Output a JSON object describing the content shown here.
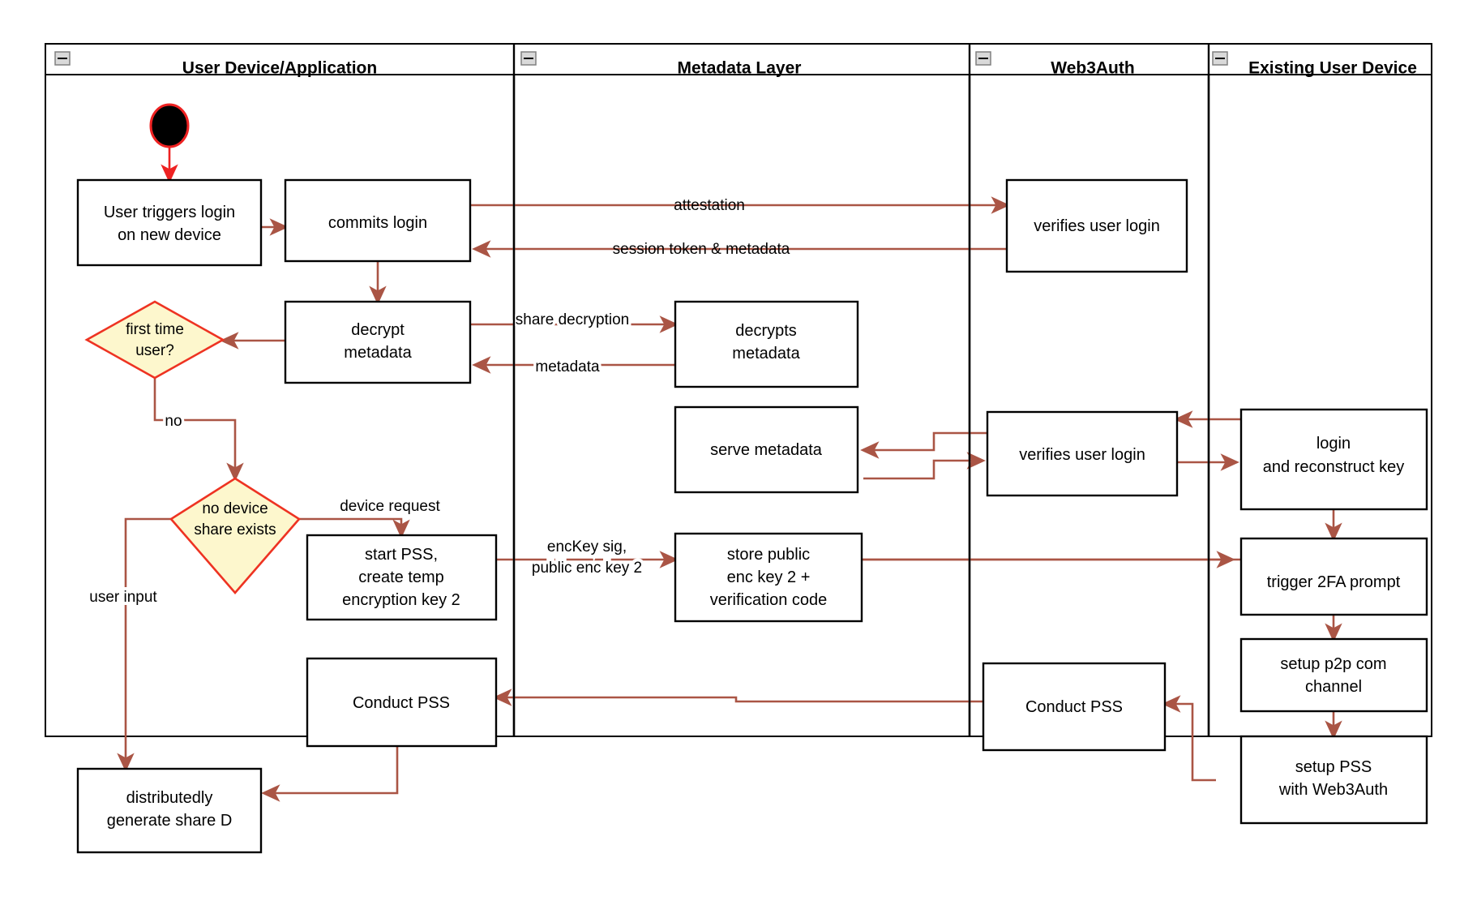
{
  "diagram": {
    "type": "swimlane-activity-diagram",
    "title": "Web3Auth new device login / PSS flow",
    "lanes": [
      {
        "id": "lane-user-device",
        "label": "User Device/Application",
        "collapse_icon": "minus-icon"
      },
      {
        "id": "lane-metadata",
        "label": "Metadata Layer",
        "collapse_icon": "minus-icon"
      },
      {
        "id": "lane-web3auth",
        "label": "Web3Auth",
        "collapse_icon": "minus-icon"
      },
      {
        "id": "lane-existing-device",
        "label": "Existing User Device",
        "collapse_icon": "minus-icon"
      }
    ],
    "nodes": [
      {
        "id": "start",
        "shape": "start-circle",
        "lane": "lane-user-device",
        "label": ""
      },
      {
        "id": "user-triggers-login",
        "shape": "rect",
        "lane": "lane-user-device",
        "lines": [
          "User triggers login",
          "on new device"
        ]
      },
      {
        "id": "commits-login",
        "shape": "rect",
        "lane": "lane-user-device",
        "lines": [
          "commits login"
        ]
      },
      {
        "id": "verifies-user-login-1",
        "shape": "rect",
        "lane": "lane-web3auth",
        "lines": [
          "verifies user login"
        ]
      },
      {
        "id": "decrypt-metadata",
        "shape": "rect",
        "lane": "lane-user-device",
        "lines": [
          "decrypt",
          "metadata"
        ]
      },
      {
        "id": "decrypts-metadata",
        "shape": "rect",
        "lane": "lane-metadata",
        "lines": [
          "decrypts",
          "metadata"
        ]
      },
      {
        "id": "first-time-user",
        "shape": "diamond",
        "lane": "lane-user-device",
        "lines": [
          "first time",
          "user?"
        ]
      },
      {
        "id": "serve-metadata",
        "shape": "rect",
        "lane": "lane-metadata",
        "lines": [
          "serve metadata"
        ]
      },
      {
        "id": "verifies-user-login-2",
        "shape": "rect",
        "lane": "lane-web3auth",
        "lines": [
          "verifies user login"
        ]
      },
      {
        "id": "login-and-reconstruct-key",
        "shape": "rect",
        "lane": "lane-existing-device",
        "lines": [
          "login",
          "and reconstruct key"
        ]
      },
      {
        "id": "no-device-share-exists",
        "shape": "diamond",
        "lane": "lane-user-device",
        "lines": [
          "no device",
          "share exists"
        ]
      },
      {
        "id": "start-pss-create-temp-key",
        "shape": "rect",
        "lane": "lane-user-device",
        "lines": [
          "start PSS,",
          "create temp",
          "encryption key 2"
        ]
      },
      {
        "id": "store-public-enc-key",
        "shape": "rect",
        "lane": "lane-metadata",
        "lines": [
          "store public",
          "enc key 2 +",
          "verification code"
        ]
      },
      {
        "id": "trigger-2fa-prompt",
        "shape": "rect",
        "lane": "lane-existing-device",
        "lines": [
          "trigger 2FA prompt"
        ]
      },
      {
        "id": "setup-p2p-com-channel",
        "shape": "rect",
        "lane": "lane-existing-device",
        "lines": [
          "setup p2p com",
          "channel"
        ]
      },
      {
        "id": "conduct-pss-user",
        "shape": "rect",
        "lane": "lane-user-device",
        "lines": [
          "Conduct PSS"
        ]
      },
      {
        "id": "conduct-pss-web3auth",
        "shape": "rect",
        "lane": "lane-web3auth",
        "lines": [
          "Conduct PSS"
        ]
      },
      {
        "id": "setup-pss-with-web3auth",
        "shape": "rect",
        "lane": "lane-existing-device",
        "lines": [
          "setup PSS",
          "with Web3Auth"
        ]
      },
      {
        "id": "distributedly-generate-share-d",
        "shape": "rect",
        "lane": "lane-user-device",
        "lines": [
          "distributedly",
          "generate share D"
        ]
      }
    ],
    "edges": [
      {
        "id": "e-start-to-trigger",
        "from": "start",
        "to": "user-triggers-login",
        "label": ""
      },
      {
        "id": "e-trigger-to-commits",
        "from": "user-triggers-login",
        "to": "commits-login",
        "label": ""
      },
      {
        "id": "e-commits-to-verifies",
        "from": "commits-login",
        "to": "verifies-user-login-1",
        "label": "attestation"
      },
      {
        "id": "e-verifies-to-commits",
        "from": "verifies-user-login-1",
        "to": "commits-login",
        "label": "session token & metadata"
      },
      {
        "id": "e-commits-to-decrypt",
        "from": "commits-login",
        "to": "decrypt-metadata",
        "label": ""
      },
      {
        "id": "e-decrypt-to-decrypts",
        "from": "decrypt-metadata",
        "to": "decrypts-metadata",
        "label": "share decryption"
      },
      {
        "id": "e-decrypts-to-decrypt",
        "from": "decrypts-metadata",
        "to": "decrypt-metadata",
        "label": "metadata"
      },
      {
        "id": "e-decrypt-to-firsttime",
        "from": "decrypt-metadata",
        "to": "first-time-user",
        "label": ""
      },
      {
        "id": "e-firsttime-to-nodevice",
        "from": "first-time-user",
        "to": "no-device-share-exists",
        "label": "no"
      },
      {
        "id": "e-existing-to-verifies2",
        "from": "login-and-reconstruct-key",
        "to": "verifies-user-login-2",
        "label": ""
      },
      {
        "id": "e-verifies2-to-serve",
        "from": "verifies-user-login-2",
        "to": "serve-metadata",
        "label": ""
      },
      {
        "id": "e-serve-to-verifies2",
        "from": "serve-metadata",
        "to": "verifies-user-login-2",
        "label": ""
      },
      {
        "id": "e-verifies2-to-existing",
        "from": "verifies-user-login-2",
        "to": "login-and-reconstruct-key",
        "label": ""
      },
      {
        "id": "e-nodevice-to-startpss",
        "from": "no-device-share-exists",
        "to": "start-pss-create-temp-key",
        "label": "device request"
      },
      {
        "id": "e-startpss-to-store",
        "from": "start-pss-create-temp-key",
        "to": "store-public-enc-key",
        "label": "encKey sig,\npublic enc key 2",
        "label_lines": [
          "encKey sig,",
          "public enc key 2"
        ]
      },
      {
        "id": "e-store-to-2fa",
        "from": "store-public-enc-key",
        "to": "trigger-2fa-prompt",
        "label": ""
      },
      {
        "id": "e-login-to-2fa",
        "from": "login-and-reconstruct-key",
        "to": "trigger-2fa-prompt",
        "label": ""
      },
      {
        "id": "e-2fa-to-p2p",
        "from": "trigger-2fa-prompt",
        "to": "setup-p2p-com-channel",
        "label": ""
      },
      {
        "id": "e-p2p-to-setuppss",
        "from": "setup-p2p-com-channel",
        "to": "setup-pss-with-web3auth",
        "label": ""
      },
      {
        "id": "e-setuppss-to-conductpss-web3auth",
        "from": "setup-pss-with-web3auth",
        "to": "conduct-pss-web3auth",
        "label": ""
      },
      {
        "id": "e-conductpss-web3auth-to-user",
        "from": "conduct-pss-web3auth",
        "to": "conduct-pss-user",
        "label": ""
      },
      {
        "id": "e-nodevice-to-generate",
        "from": "no-device-share-exists",
        "to": "distributedly-generate-share-d",
        "label": "user input"
      },
      {
        "id": "e-conductpss-to-generate",
        "from": "conduct-pss-user",
        "to": "distributedly-generate-share-d",
        "label": ""
      }
    ],
    "colors": {
      "edge": "#aa5545",
      "start_edge": "#ee2222",
      "decision_fill": "#fdf7cd",
      "decision_stroke": "#ee3322",
      "node_stroke": "#000000",
      "lane_stroke": "#000000",
      "background": "#ffffff"
    }
  }
}
